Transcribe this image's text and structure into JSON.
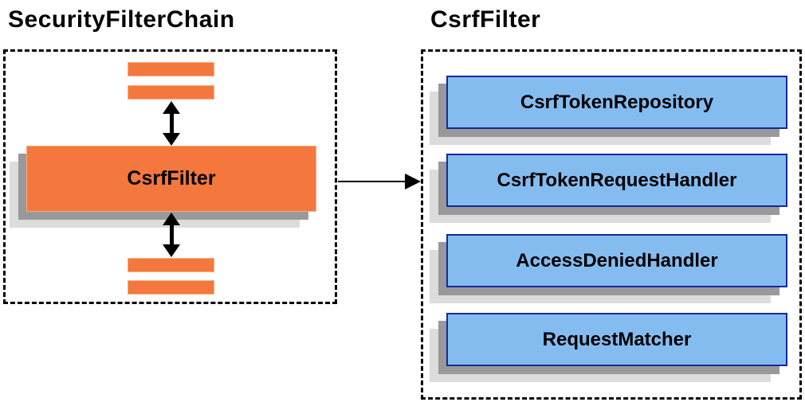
{
  "colors": {
    "orange": "#F4783D",
    "orange_border": "#F9AD80",
    "blue_fill": "#85BCF0",
    "blue_border": "#16289C",
    "shadow_dark": "#999999",
    "shadow_light": "#DCDCDC",
    "arrow": "#000000"
  },
  "left_panel": {
    "title": "SecurityFilterChain",
    "filter_box_label": "CsrfFilter"
  },
  "right_panel": {
    "title": "CsrfFilter",
    "boxes": [
      {
        "label": "CsrfTokenRepository"
      },
      {
        "label": "CsrfTokenRequestHandler"
      },
      {
        "label": "AccessDeniedHandler"
      },
      {
        "label": "RequestMatcher"
      }
    ]
  }
}
